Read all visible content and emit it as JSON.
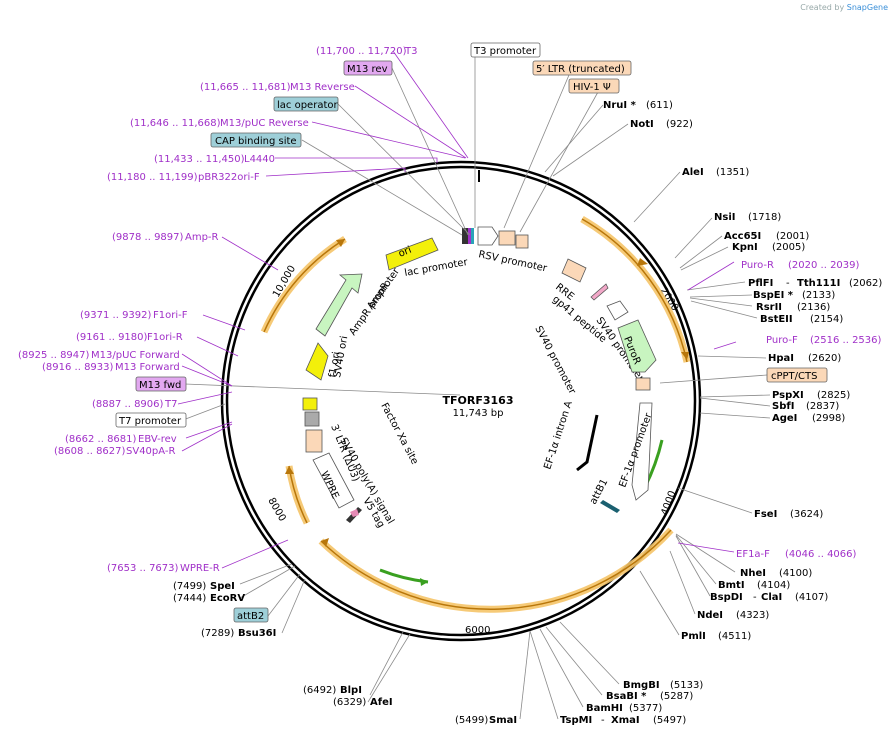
{
  "credit": {
    "prefix": "Created by",
    "brand": "SnapGene"
  },
  "plasmid": {
    "name": "TFORF3163",
    "size": "11,743 bp",
    "total_bp": 11743
  },
  "ticks": [
    "2000",
    "4000",
    "6000",
    "8000",
    "10,000"
  ],
  "features_inner": {
    "ori": "ori",
    "lac_promoter": "lac promoter",
    "rsv_promoter": "RSV promoter",
    "rre": "RRE",
    "gp41": "gp41 peptide",
    "sv40_promoter_r": "SV40 promoter",
    "puror": "PuroR",
    "sv40_promoter_c": "SV40 promoter",
    "ef1a_intron": "EF-1α intron A",
    "ef1a_promoter": "EF-1α promoter",
    "attb1": "attB1",
    "v5tag": "V5 tag",
    "sv40_polya": "SV40 poly(A) signal",
    "ltr3": "3′ LTR (ΔU3)",
    "wpre": "WPRE",
    "factor_xa": "Factor Xa site",
    "sv40_ori": "SV40 ori",
    "f1_ori": "f1 ori",
    "ampr_promoter": "AmpR promoter",
    "ampr": "AmpR"
  },
  "labels": {
    "t3_promoter": "T3 promoter",
    "ltr5": "5′ LTR (truncated)",
    "hiv1": "HIV-1 Ψ",
    "nrui": "NruI *",
    "nrui_pos": "(611)",
    "noti": "NotI",
    "noti_pos": "(922)",
    "alei": "AleI",
    "alei_pos": "(1351)",
    "nsii": "NsiI",
    "nsii_pos": "(1718)",
    "acc65i": "Acc65I",
    "acc65i_pos": "(2001)",
    "kpni": "KpnI",
    "kpni_pos": "(2005)",
    "puror_primer": "Puro-R",
    "puror_primer_pos": "(2020 .. 2039)",
    "pflfi": "PflFI",
    "tth": "Tth111I",
    "pflfi_pos": "(2062)",
    "bspei": "BspEI *",
    "bspei_pos": "(2133)",
    "rsrii": "RsrII",
    "rsrii_pos": "(2136)",
    "bsteii": "BstEII",
    "bsteii_pos": "(2154)",
    "purof": "Puro-F",
    "purof_pos": "(2516 .. 2536)",
    "hpai": "HpaI",
    "hpai_pos": "(2620)",
    "cppt": "cPPT/CTS",
    "pspxi": "PspXI",
    "pspxi_pos": "(2825)",
    "sbfi": "SbfI",
    "sbfi_pos": "(2837)",
    "agei": "AgeI",
    "agei_pos": "(2998)",
    "fsei": "FseI",
    "fsei_pos": "(3624)",
    "ef1af": "EF1a-F",
    "ef1af_pos": "(4046 .. 4066)",
    "nhei": "NheI",
    "nhei_pos": "(4100)",
    "bmti": "BmtI",
    "bmti_pos": "(4104)",
    "bspdi": "BspDI",
    "clai": "ClaI",
    "bspdi_pos": "(4107)",
    "ndei": "NdeI",
    "ndei_pos": "(4323)",
    "pmli": "PmlI",
    "pmli_pos": "(4511)",
    "bmgbi": "BmgBI",
    "bmgbi_pos": "(5133)",
    "bsabi": "BsaBI *",
    "bsabi_pos": "(5287)",
    "bamhi": "BamHI",
    "bamhi_pos": "(5377)",
    "tspmi": "TspMI",
    "xmai": "XmaI",
    "tspmi_pos": "(5497)",
    "smai": "SmaI",
    "smai_pos": "(5499)",
    "afei": "AfeI",
    "afei_pos": "(6329)",
    "blpi": "BlpI",
    "blpi_pos": "(6492)",
    "bsu36i": "Bsu36I",
    "bsu36i_pos": "(7289)",
    "attb2": "attB2",
    "ecorv": "EcoRV",
    "ecorv_pos": "(7444)",
    "spei": "SpeI",
    "spei_pos": "(7499)",
    "wprer": "WPRE-R",
    "wprer_pos": "(7653 .. 7673)",
    "sv40pa": "SV40pA-R",
    "sv40pa_pos": "(8608 .. 8627)",
    "ebv": "EBV-rev",
    "ebv_pos": "(8662 .. 8681)",
    "t7prom": "T7 promoter",
    "t7": "T7",
    "t7_pos": "(8887 .. 8906)",
    "m13fwd": "M13 fwd",
    "m13f": "M13 Forward",
    "m13f_pos": "(8916 .. 8933)",
    "m13puc": "M13/pUC Forward",
    "m13puc_pos": "(8925 .. 8947)",
    "f1orir": "F1ori-R",
    "f1orir_pos": "(9161 .. 9180)",
    "f1orif": "F1ori-F",
    "f1orif_pos": "(9371 .. 9392)",
    "ampr_primer": "Amp-R",
    "ampr_primer_pos": "(9878 .. 9897)",
    "pbr": "pBR322ori-F",
    "pbr_pos": "(11,180 .. 11,199)",
    "l4440": "L4440",
    "l4440_pos": "(11,433 .. 11,450)",
    "cap": "CAP binding site",
    "m13pucrev": "M13/pUC Reverse",
    "m13pucrev_pos": "(11,646 .. 11,668)",
    "lacop": "lac operator",
    "m13rev_primer": "M13 Reverse",
    "m13rev_primer_pos": "(11,665 .. 11,681)",
    "m13rev": "M13 rev",
    "t3": "T3",
    "t3_pos": "(11,700 .. 11,720)"
  }
}
